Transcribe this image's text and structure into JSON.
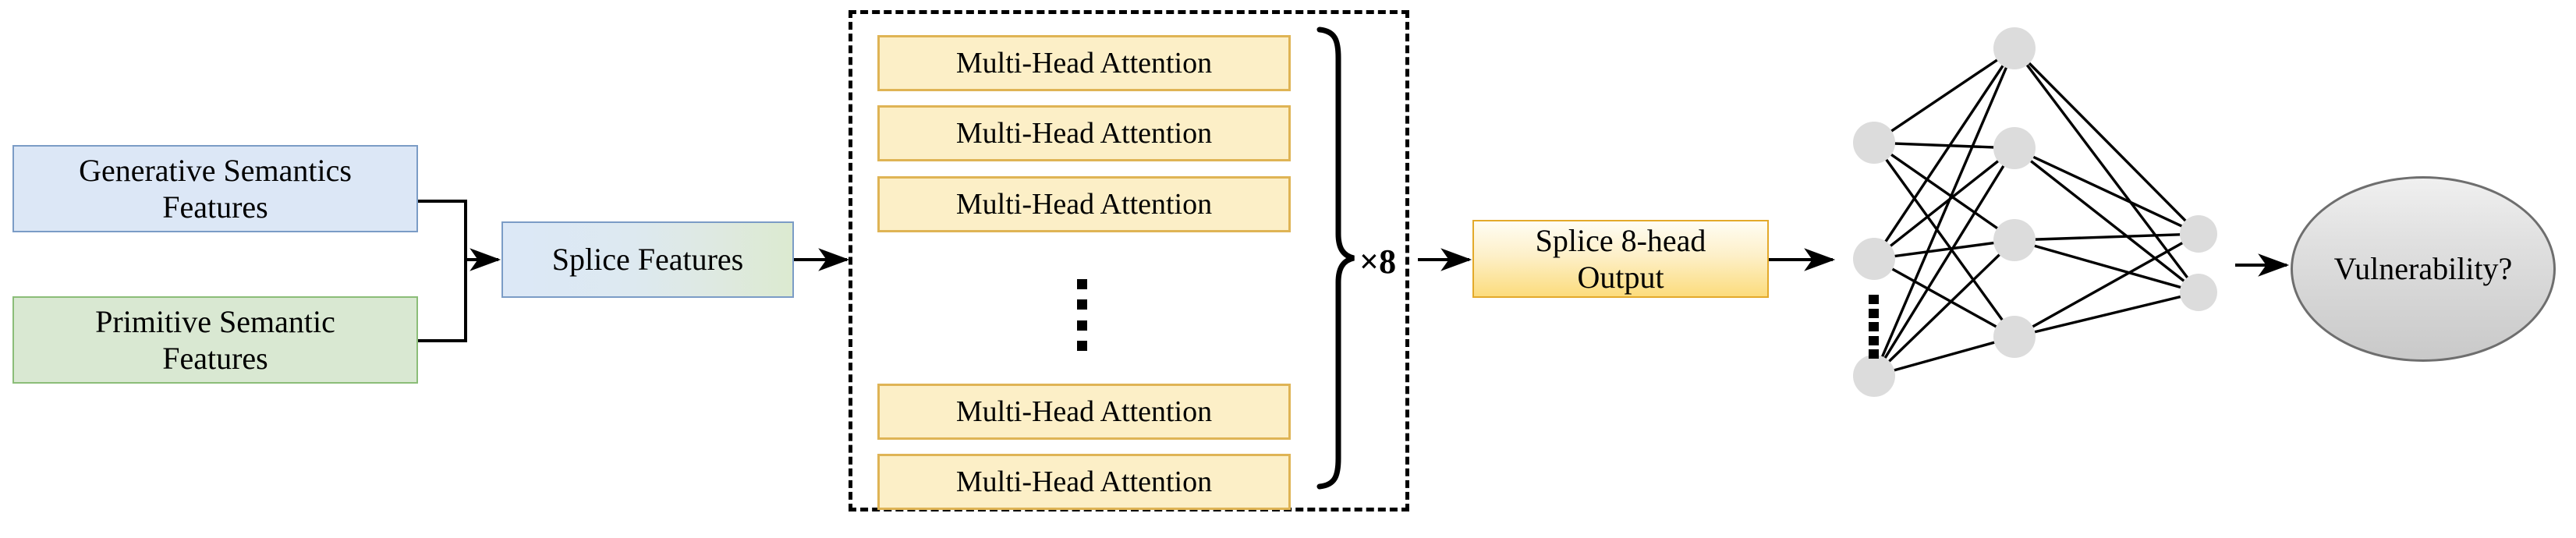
{
  "diagram": {
    "title": "Multi-head attention vulnerability detection pipeline",
    "colors": {
      "generative_fill": "#dce7f6",
      "generative_border": "#7b9cc6",
      "primitive_fill": "#d9e8d2",
      "primitive_border": "#8bbd78",
      "attention_fill": "#fcefc7",
      "attention_border": "#dfb455",
      "output_fill_bottom": "#fcdc7d",
      "output_border": "#e3a92a",
      "ellipse_fill_bottom": "#c9c9c9",
      "ellipse_border": "#6e6e6e",
      "node_fill": "#dcdcdc",
      "line": "#000000"
    },
    "inputs": [
      {
        "label": "Generative Semantics\nFeatures",
        "name": "generative-semantics-features"
      },
      {
        "label": "Primitive Semantic\nFeatures",
        "name": "primitive-semantic-features"
      }
    ],
    "splice_features": {
      "label": "Splice Features"
    },
    "attention_block": {
      "repeat_label": "×8",
      "ellipsis": "⋮",
      "items": [
        {
          "label": "Multi-Head Attention"
        },
        {
          "label": "Multi-Head Attention"
        },
        {
          "label": "Multi-Head Attention"
        },
        {
          "label": "Multi-Head Attention"
        },
        {
          "label": "Multi-Head Attention"
        }
      ]
    },
    "splice_output": {
      "label": "Splice 8-head\nOutput"
    },
    "neural_network": {
      "ellipsis": "⋮",
      "layers": [
        {
          "name": "input-layer",
          "visible_nodes": 3
        },
        {
          "name": "hidden-layer",
          "visible_nodes": 4
        },
        {
          "name": "output-layer",
          "visible_nodes": 2
        }
      ]
    },
    "result": {
      "label": "Vulnerability?"
    }
  }
}
